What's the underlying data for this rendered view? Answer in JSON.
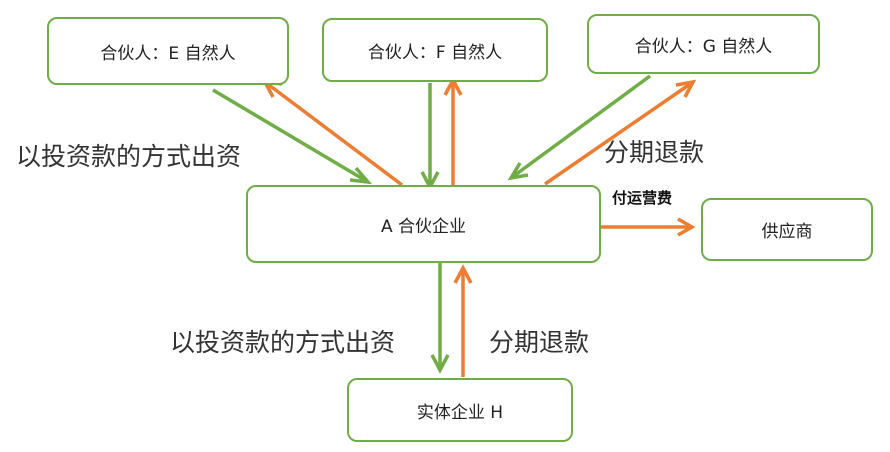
{
  "nodes": {
    "partner_e": "合伙人：E 自然人",
    "partner_f": "合伙人：F 自然人",
    "partner_g": "合伙人：G 自然人",
    "partnership_a": "A 合伙企业",
    "supplier": "供应商",
    "entity_h": "实体企业 H"
  },
  "labels": {
    "invest_top": "以投资款的方式出资",
    "refund_top": "分期退款",
    "freight": "付运营费",
    "invest_bottom": "以投资款的方式出资",
    "refund_bottom": "分期退款"
  },
  "colors": {
    "box_border": "#70ad47",
    "invest_arrow": "#70ad47",
    "refund_arrow": "#ed7d31"
  }
}
